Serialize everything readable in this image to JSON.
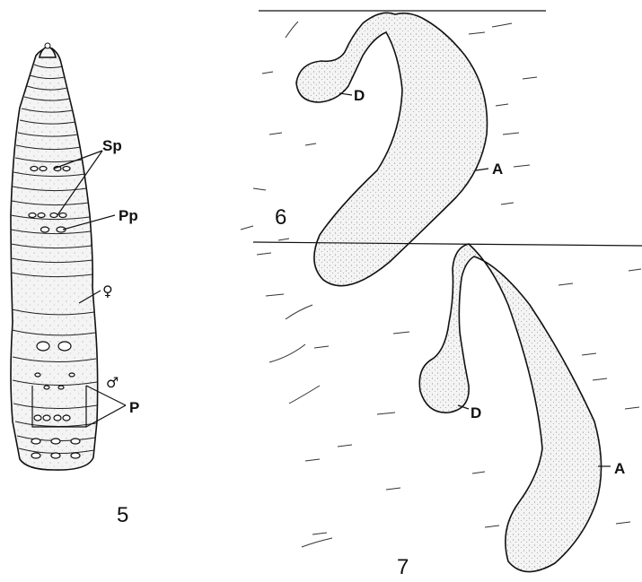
{
  "figure5": {
    "number": "5",
    "labels": {
      "sp": "Sp",
      "pp": "Pp",
      "female": "♀",
      "male": "♂",
      "p": "P"
    }
  },
  "figure6": {
    "number": "6",
    "labels": {
      "d": "D",
      "a": "A"
    }
  },
  "figure7": {
    "number": "7",
    "labels": {
      "d": "D",
      "a": "A"
    }
  }
}
